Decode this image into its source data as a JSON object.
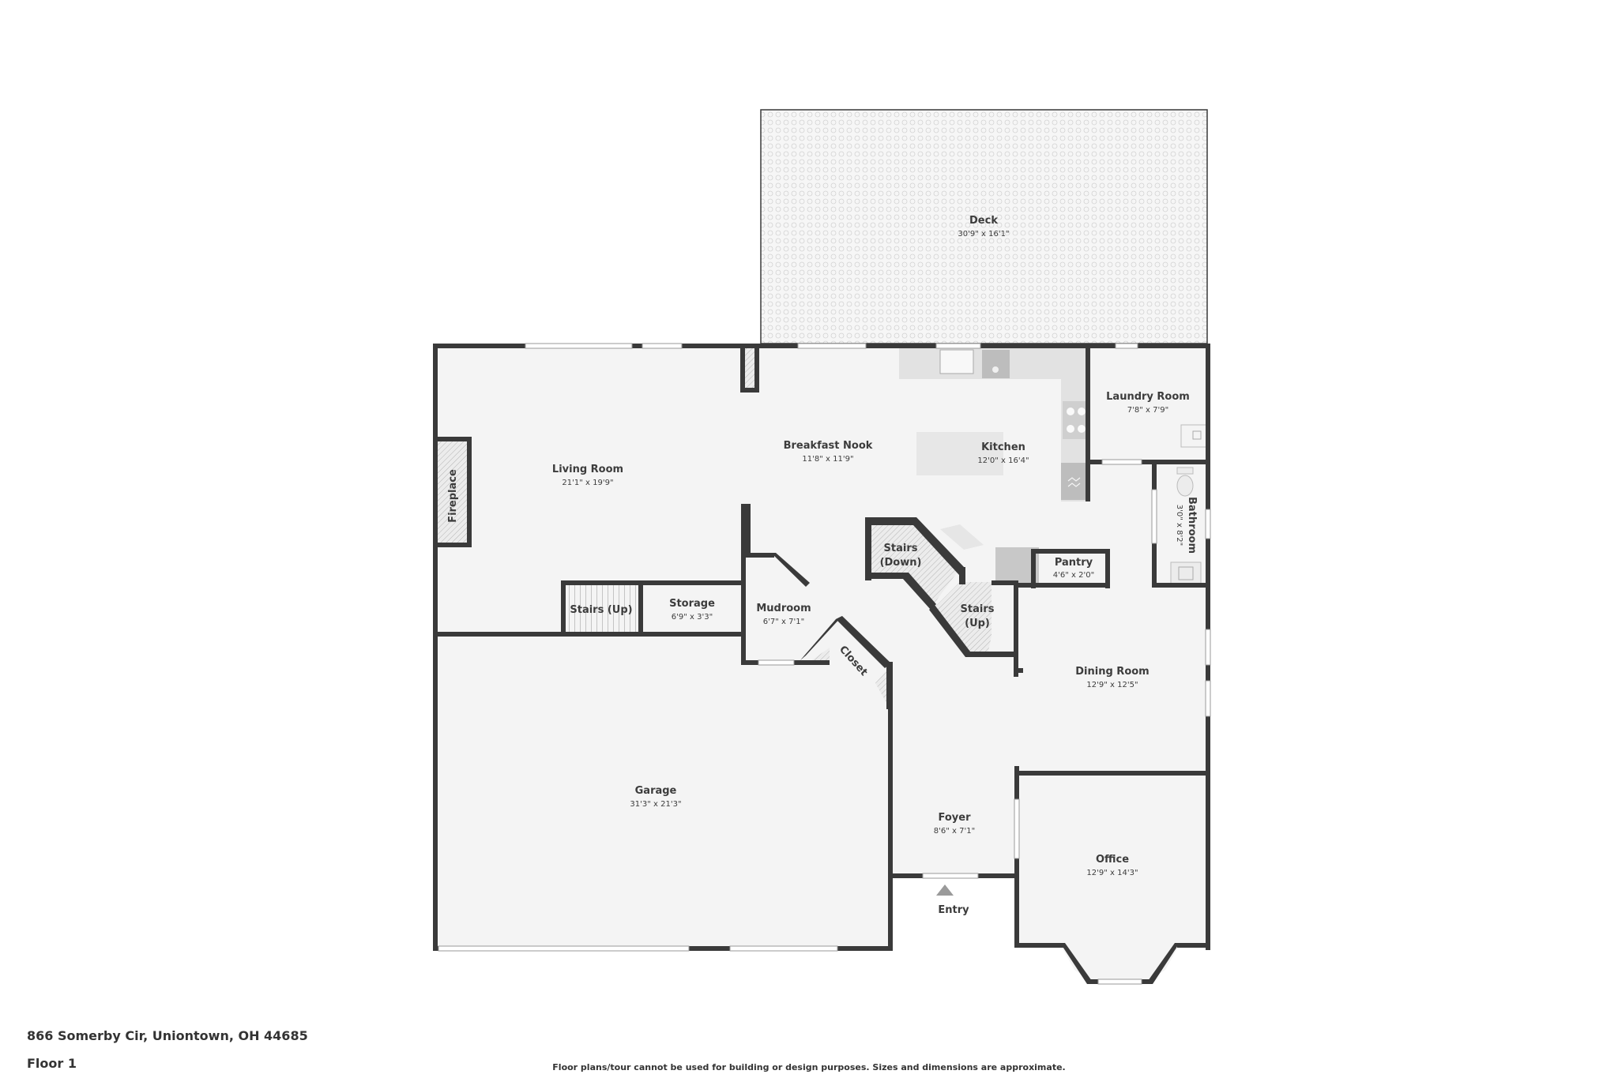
{
  "listing": {
    "address": "866 Somerby Cir, Uniontown, OH 44685",
    "floor": "Floor 1",
    "disclaimer": "Floor plans/tour cannot be used for building or design purposes. Sizes and dimensions are approximate."
  },
  "rooms": {
    "deck": {
      "name": "Deck",
      "dims": "30'9\" x 16'1\""
    },
    "living_room": {
      "name": "Living Room",
      "dims": "21'1\" x 19'9\""
    },
    "breakfast_nook": {
      "name": "Breakfast Nook",
      "dims": "11'8\" x 11'9\""
    },
    "kitchen": {
      "name": "Kitchen",
      "dims": "12'0\" x 16'4\""
    },
    "laundry_room": {
      "name": "Laundry Room",
      "dims": "7'8\" x 7'9\""
    },
    "bathroom": {
      "name": "Bathroom",
      "dims": "3'0\" x 8'2\""
    },
    "fireplace": {
      "name": "Fireplace"
    },
    "stairs_down": {
      "name_line1": "Stairs",
      "name_line2": "(Down)"
    },
    "stairs_up_center": {
      "name_line1": "Stairs",
      "name_line2": "(Up)"
    },
    "stairs_up_left": {
      "name": "Stairs (Up)"
    },
    "storage": {
      "name": "Storage",
      "dims": "6'9\" x 3'3\""
    },
    "mudroom": {
      "name": "Mudroom",
      "dims": "6'7\" x 7'1\""
    },
    "closet": {
      "name": "Closet"
    },
    "pantry": {
      "name": "Pantry",
      "dims": "4'6\" x 2'0\""
    },
    "dining_room": {
      "name": "Dining Room",
      "dims": "12'9\" x 12'5\""
    },
    "garage": {
      "name": "Garage",
      "dims": "31'3\" x 21'3\""
    },
    "foyer": {
      "name": "Foyer",
      "dims": "8'6\" x 7'1\""
    },
    "office": {
      "name": "Office",
      "dims": "12'9\" x 14'3\""
    },
    "entry": {
      "name": "Entry"
    }
  }
}
